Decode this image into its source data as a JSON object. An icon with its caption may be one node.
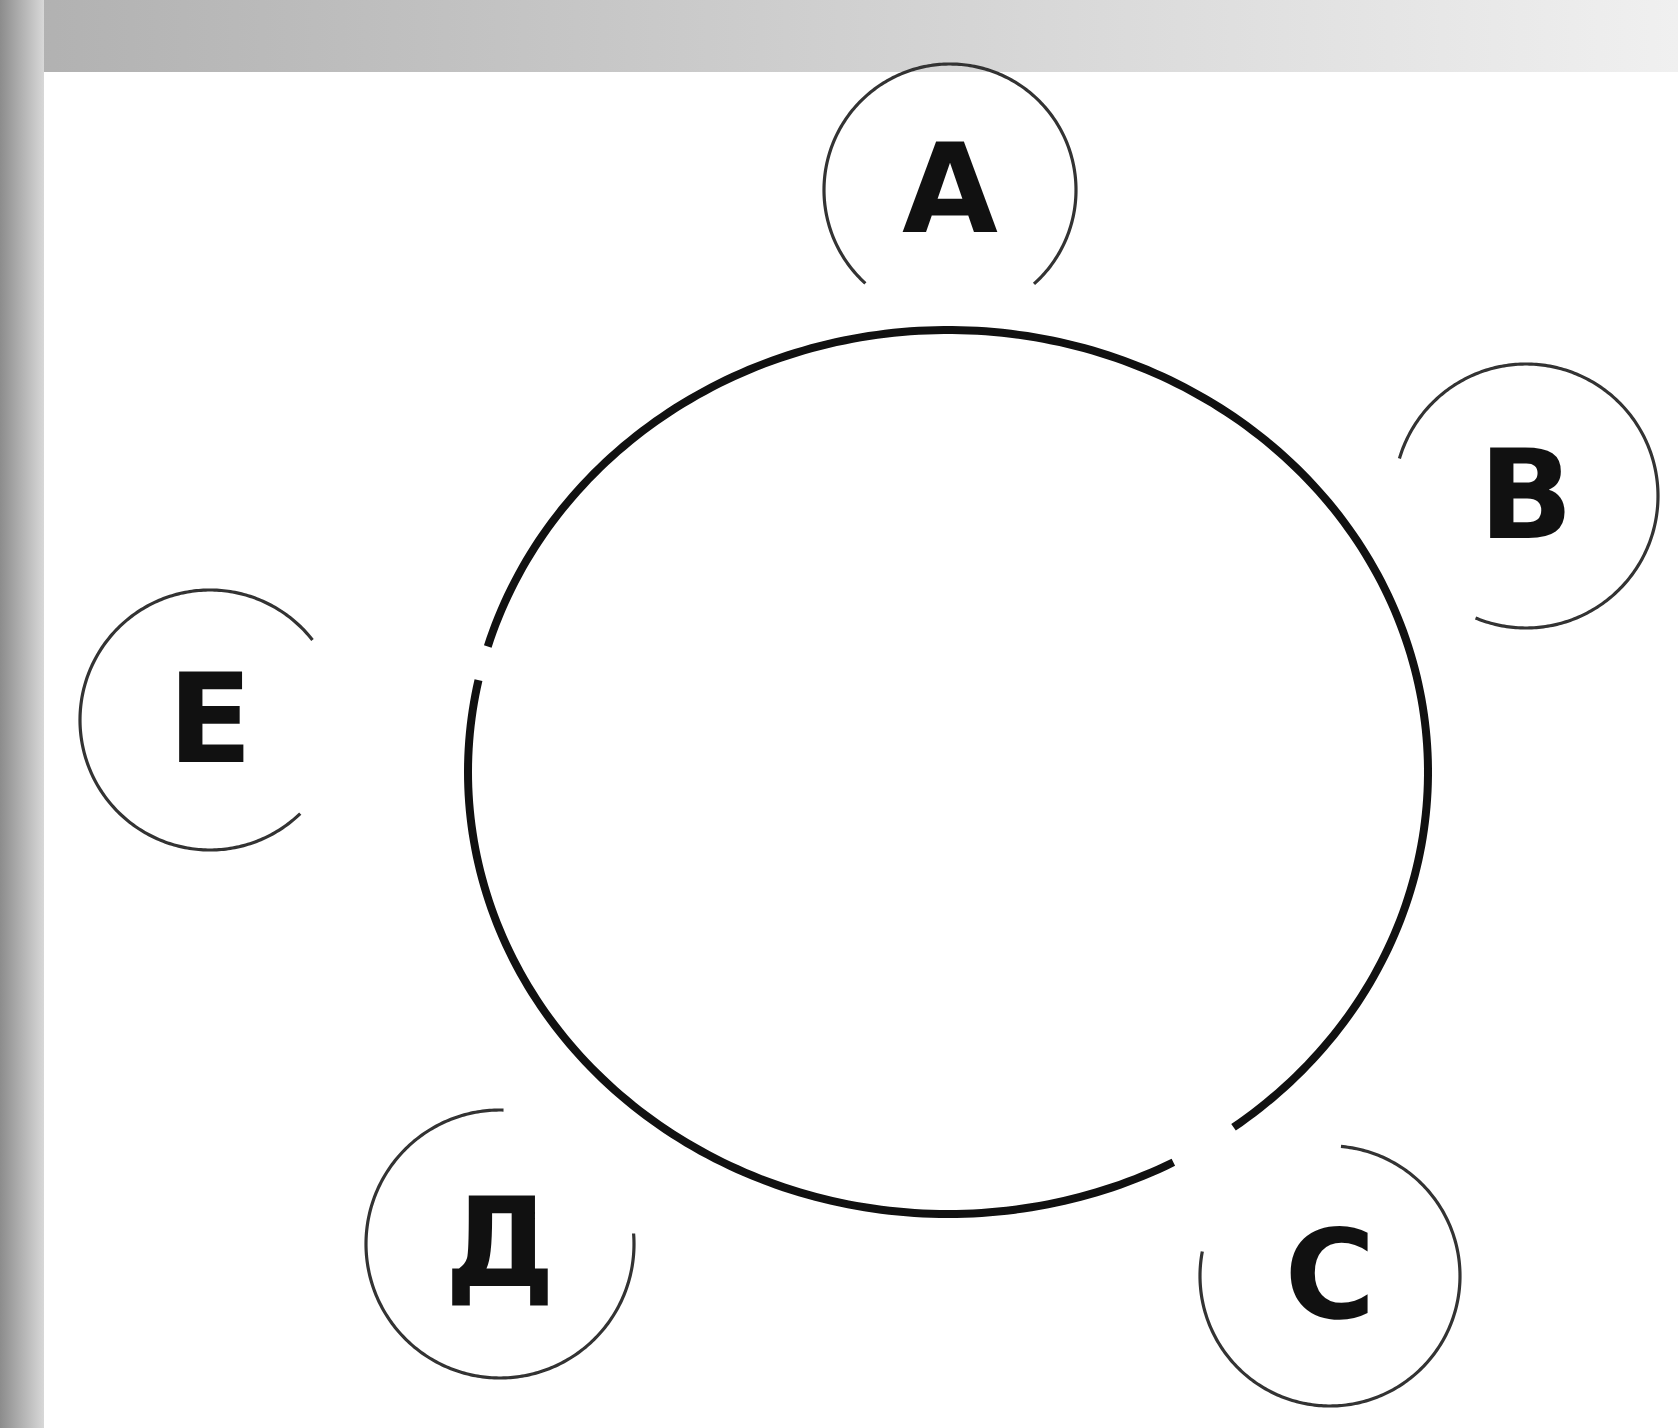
{
  "diagram": {
    "nodes": [
      {
        "text": [
          "A"
        ]
      },
      {
        "text": [
          "B"
        ]
      },
      {
        "text": [
          "E"
        ]
      },
      {
        "text": [
          "Д"
        ]
      },
      {
        "text": [
          "C"
        ]
      },
      {
        "text": [],
        "shape": "circle"
      }
    ]
  }
}
